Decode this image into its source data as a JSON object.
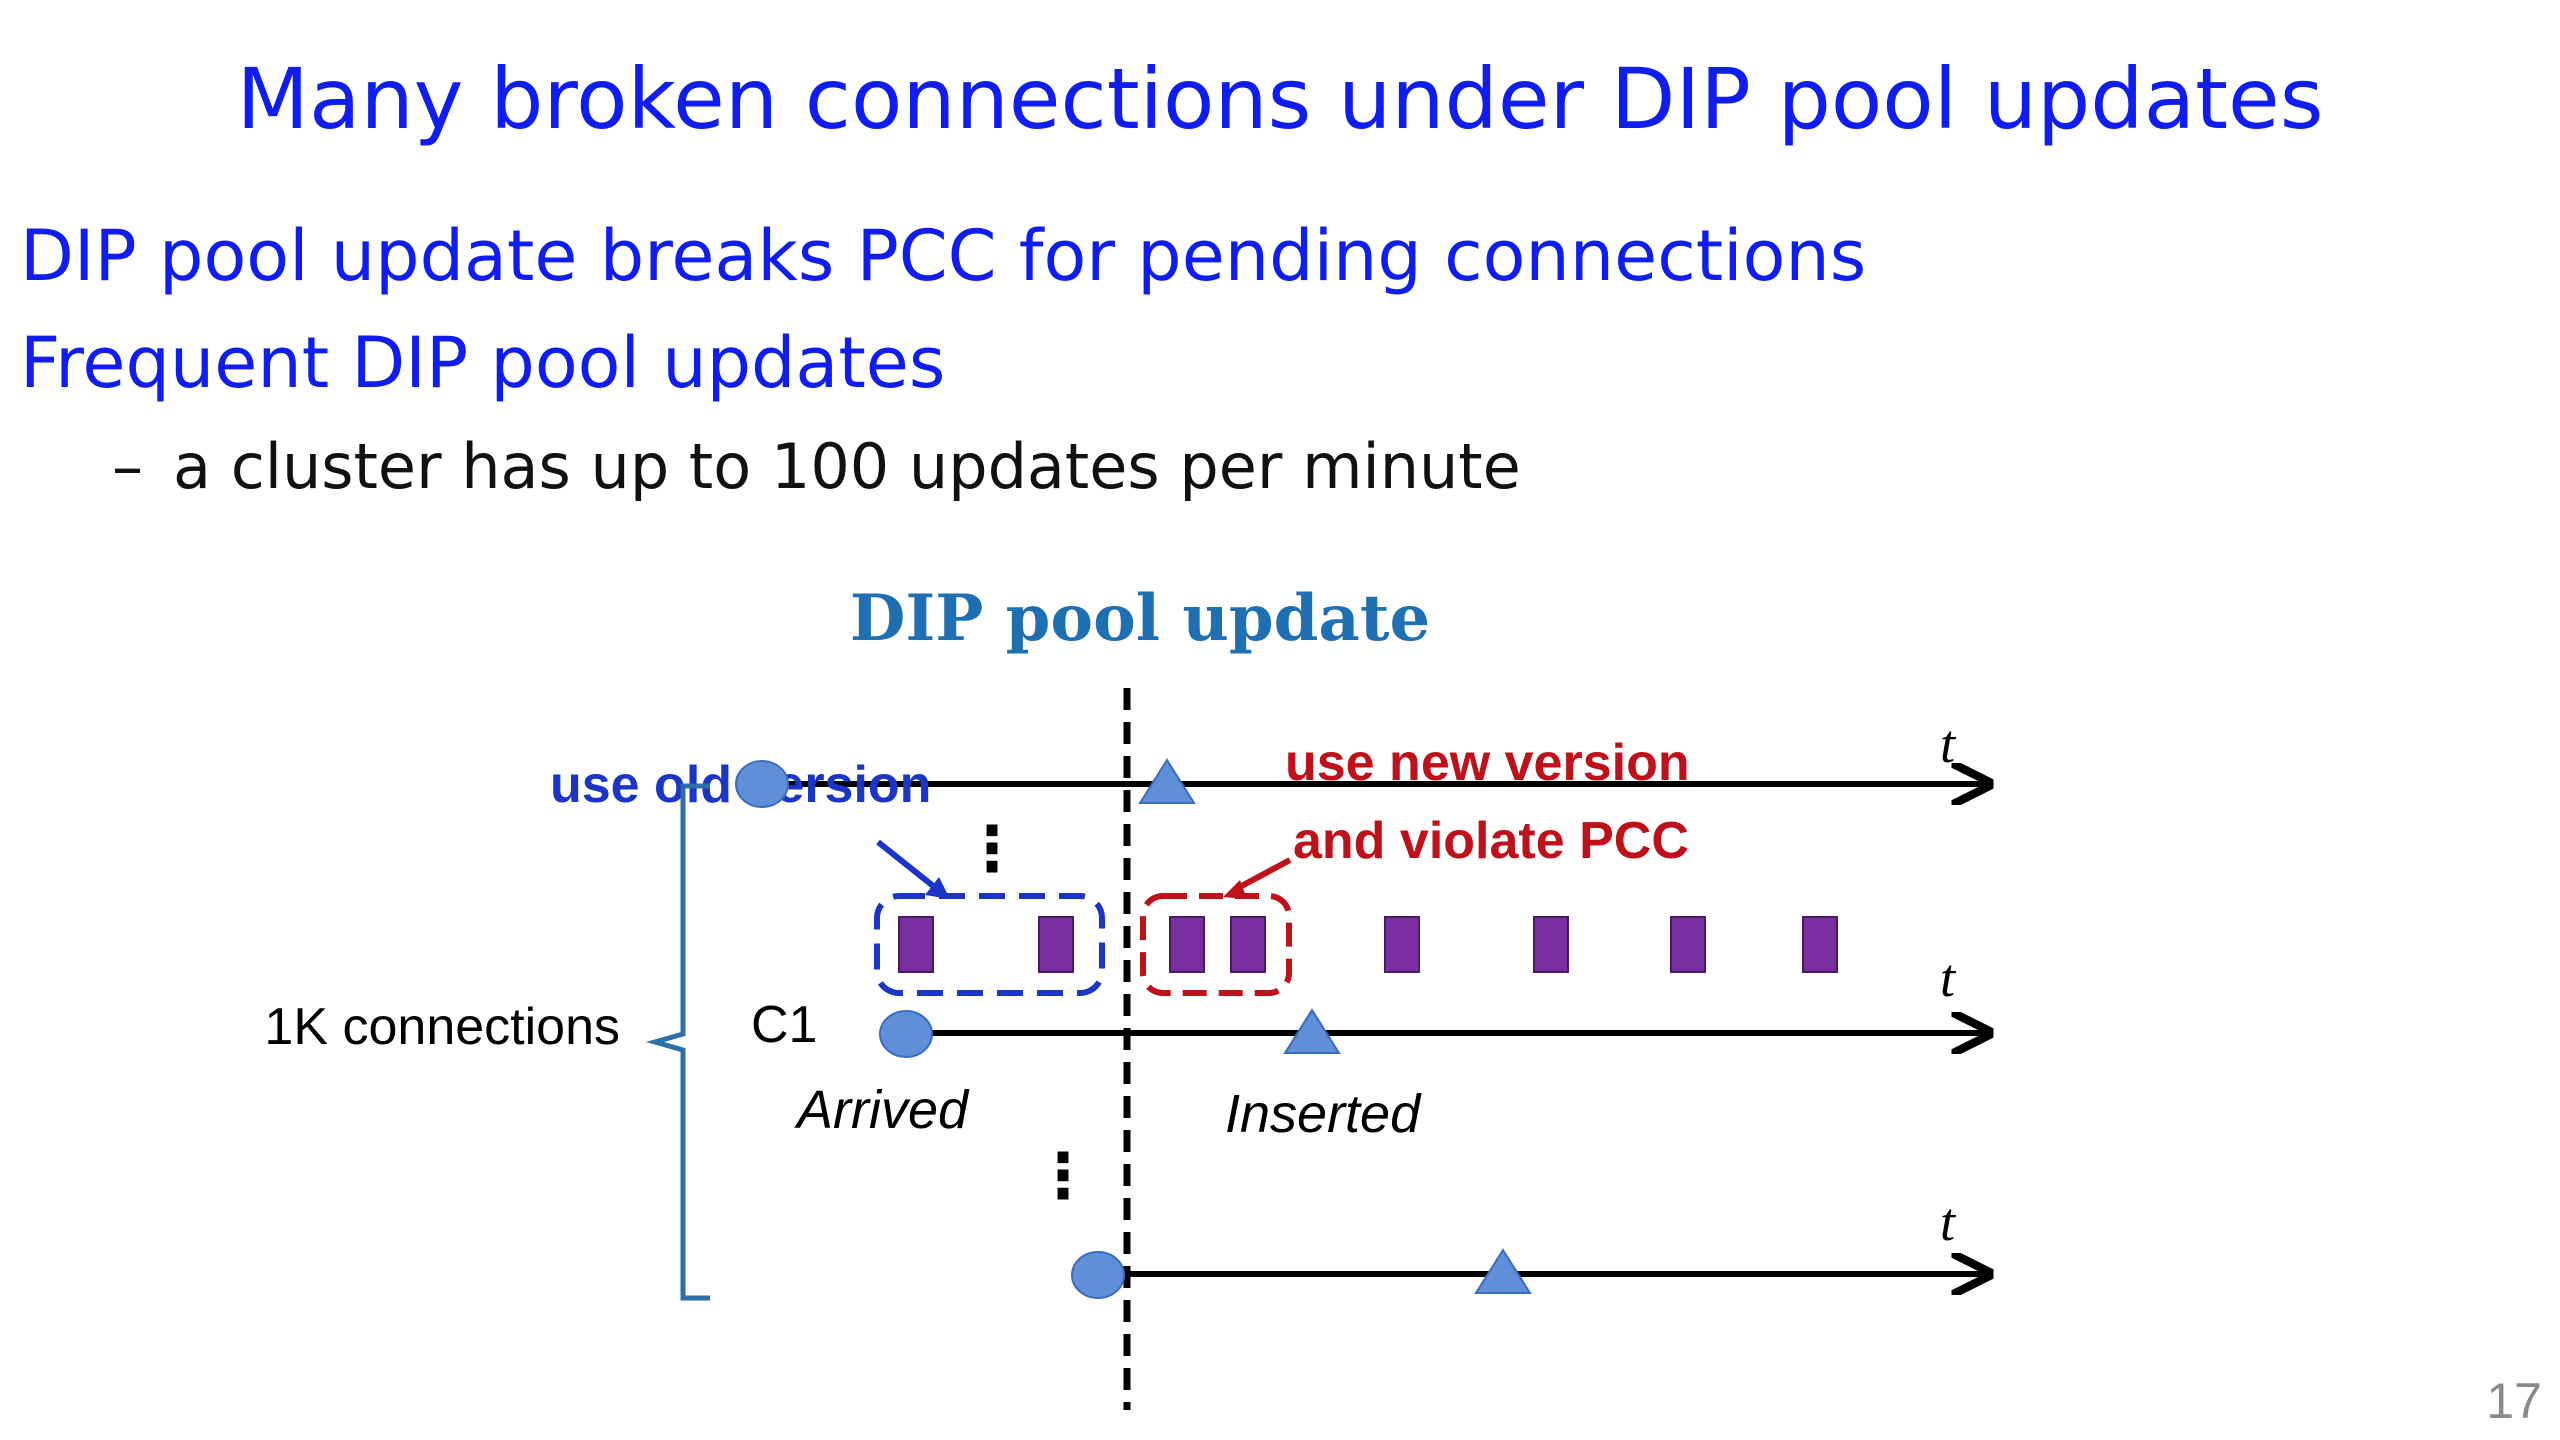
{
  "slide": {
    "title": "Many broken connections under DIP pool updates",
    "bullets": [
      "DIP pool update breaks PCC for pending connections",
      "Frequent DIP pool updates"
    ],
    "sub_bullet": {
      "dash": "–",
      "text": "a cluster has up to 100 updates per minute"
    },
    "page_number": "17"
  },
  "diagram": {
    "update_label": "DIP pool update",
    "old_version_label": "use old version",
    "new_version_line1": "use new version",
    "new_version_line2": "and violate PCC",
    "connections_label": "1K connections",
    "c1_label": "C1",
    "arrived_label": "Arrived",
    "inserted_label": "Inserted",
    "time_label": "t",
    "colors": {
      "heading": "#1f6fb3",
      "old_version": "#1b35c6",
      "new_version": "#c0111a",
      "packet": "#7a2fa0",
      "marker": "#5f8fd6",
      "brace": "#2d6fa8"
    },
    "ellipsis": "⋮"
  }
}
